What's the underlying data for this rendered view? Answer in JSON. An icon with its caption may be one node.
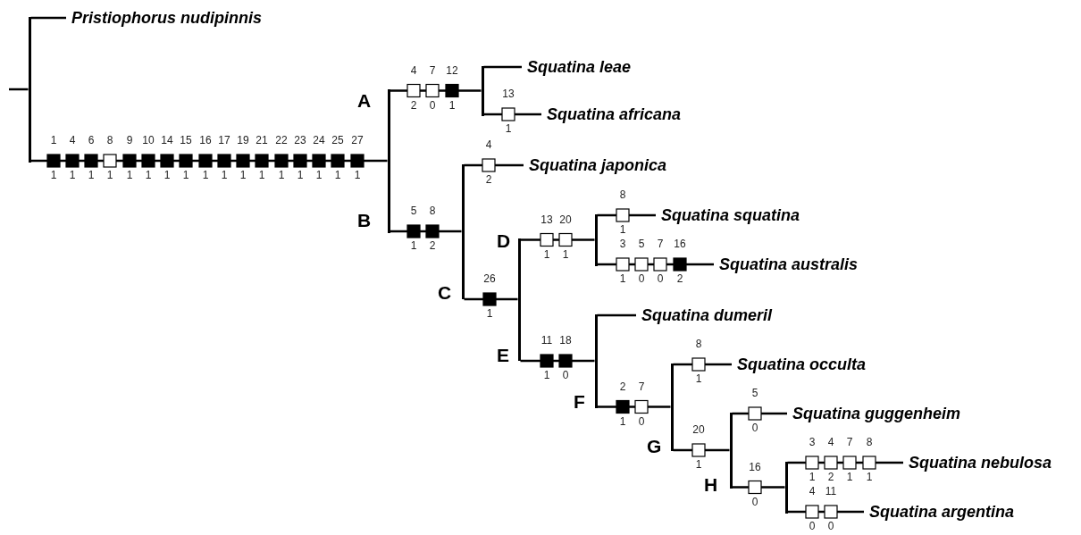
{
  "diagram": {
    "nodes": [
      {
        "text": [],
        "shape": "bar"
      },
      {
        "text": [
          "Pristiophorus nudipinnis"
        ]
      },
      {
        "text": [],
        "shape": "bar"
      },
      {
        "text": [],
        "shape": "bar"
      },
      {
        "text": [
          "Squatina leae"
        ]
      },
      {
        "text": [
          "Squatina africana"
        ]
      },
      {
        "text": [],
        "shape": "bar"
      },
      {
        "text": [
          "Squatina japonica"
        ]
      },
      {
        "text": [],
        "shape": "bar"
      },
      {
        "text": [],
        "shape": "bar"
      },
      {
        "text": [
          "Squatina squatina"
        ]
      },
      {
        "text": [
          "Squatina australis"
        ]
      },
      {
        "text": [],
        "shape": "bar"
      },
      {
        "text": [
          "Squatina dumeril"
        ]
      },
      {
        "text": [],
        "shape": "bar"
      },
      {
        "text": [
          "Squatina occulta"
        ]
      },
      {
        "text": [],
        "shape": "bar"
      },
      {
        "text": [
          "Squatina guggenheim"
        ]
      },
      {
        "text": [],
        "shape": "bar"
      },
      {
        "text": [
          "Squatina nebulosa"
        ]
      },
      {
        "text": [
          "Squatina argentina"
        ]
      }
    ],
    "edges": [
      {
        "from": null,
        "to": 0,
        "arrow": "none"
      },
      {
        "from": 0,
        "to": 1,
        "arrow": "none"
      },
      {
        "from": 0,
        "to": 2,
        "arrow": "none"
      },
      {
        "from": 2,
        "to": 3,
        "arrow": "none"
      },
      {
        "from": 3,
        "to": 4,
        "arrow": "none"
      },
      {
        "from": 3,
        "to": 5,
        "arrow": "none"
      },
      {
        "from": 2,
        "to": 6,
        "arrow": "none"
      },
      {
        "from": 6,
        "to": 7,
        "arrow": "none"
      },
      {
        "from": 6,
        "to": 8,
        "arrow": "none"
      },
      {
        "from": 8,
        "to": 9,
        "arrow": "none"
      },
      {
        "from": 9,
        "to": 10,
        "arrow": "none"
      },
      {
        "from": 9,
        "to": 11,
        "arrow": "none"
      },
      {
        "from": 8,
        "to": 12,
        "arrow": "none"
      },
      {
        "from": 12,
        "to": 13,
        "arrow": "none"
      },
      {
        "from": 12,
        "to": 14,
        "arrow": "none"
      },
      {
        "from": 14,
        "to": 15,
        "arrow": "none"
      },
      {
        "from": 14,
        "to": 16,
        "arrow": "none"
      },
      {
        "from": 16,
        "to": 17,
        "arrow": "none"
      },
      {
        "from": 16,
        "to": 18,
        "arrow": "none"
      },
      {
        "from": 18,
        "to": 19,
        "arrow": "none"
      },
      {
        "from": 18,
        "to": 20,
        "arrow": "none"
      }
    ],
    "labels": [
      "A",
      "B",
      "C",
      "D",
      "E",
      "F",
      "G",
      "H",
      "1",
      "1",
      "4",
      "1",
      "6",
      "1",
      "8",
      "1",
      "9",
      "1",
      "10",
      "1",
      "14",
      "1",
      "15",
      "1",
      "16",
      "1",
      "17",
      "1",
      "19",
      "1",
      "21",
      "1",
      "22",
      "1",
      "23",
      "1",
      "24",
      "1",
      "25",
      "1",
      "27",
      "1",
      "4",
      "2",
      "7",
      "0",
      "12",
      "1",
      "13",
      "1",
      "5",
      "1",
      "8",
      "2",
      "4",
      "2",
      "26",
      "1",
      "13",
      "1",
      "20",
      "1",
      "8",
      "1",
      "3",
      "1",
      "5",
      "0",
      "7",
      "0",
      "16",
      "2",
      "11",
      "1",
      "18",
      "0",
      "2",
      "1",
      "7",
      "0",
      "8",
      "1",
      "20",
      "1",
      "5",
      "0",
      "16",
      "0",
      "3",
      "1",
      "4",
      "2",
      "7",
      "1",
      "8",
      "1",
      "4",
      "0",
      "11",
      "0"
    ]
  }
}
